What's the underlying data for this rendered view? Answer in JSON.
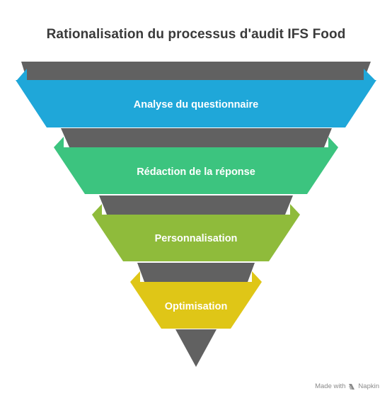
{
  "title": "Rationalisation du processus d'audit IFS Food",
  "stages": [
    {
      "label": "Analyse du questionnaire",
      "color": "#1fa7d9"
    },
    {
      "label": "Rédaction de la réponse",
      "color": "#3cc47f"
    },
    {
      "label": "Personnalisation",
      "color": "#8fbb3b"
    },
    {
      "label": "Optimisation",
      "color": "#dfc617"
    }
  ],
  "connector_color": "#616161",
  "credit": {
    "prefix": "Made with",
    "brand": "Napkin"
  }
}
